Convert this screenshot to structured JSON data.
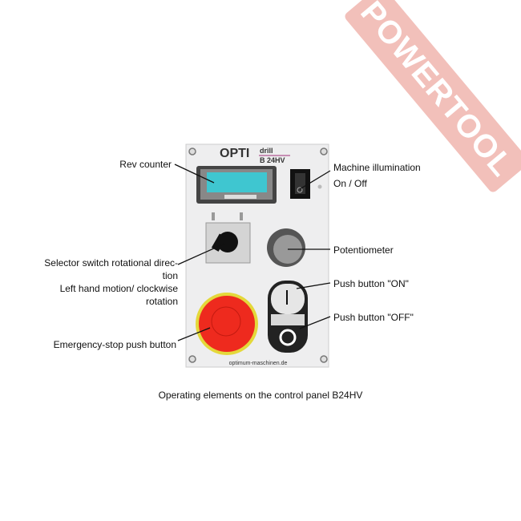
{
  "panel": {
    "brand": "OPTI",
    "sub_brand": "drill",
    "model": "B 24HV",
    "website": "optimum-maschinen.de"
  },
  "labels": {
    "rev_counter": "Rev counter",
    "illumination_1": "Machine illumination",
    "illumination_2": "On / Off",
    "potentiometer": "Potentiometer",
    "selector_1": "Selector switch rotational direc-",
    "selector_2": "tion",
    "selector_3": "Left hand motion/ clockwise",
    "selector_4": "rotation",
    "push_on": "Push button \"ON\"",
    "push_off": "Push button \"OFF\"",
    "emergency": "Emergency-stop push button"
  },
  "caption": "Operating elements on the control panel B24HV",
  "watermark": "POWERTOOL",
  "colors": {
    "emergency_red": "#ee2a1e",
    "emergency_ring": "#e4d83a",
    "display": "#3fc6d0",
    "watermark": "#e88c82"
  }
}
